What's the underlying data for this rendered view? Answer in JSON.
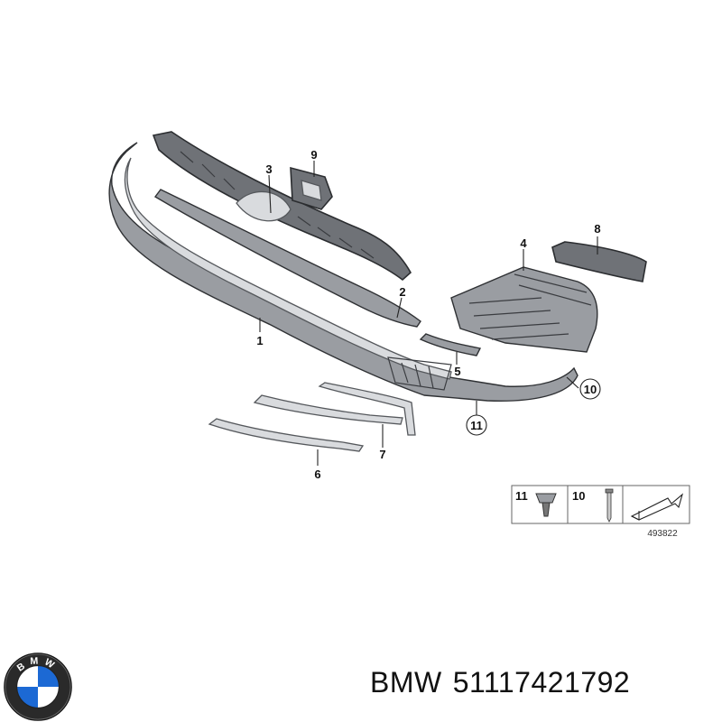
{
  "diagram": {
    "callouts": {
      "p1": "1",
      "p2": "2",
      "p3": "3",
      "p4": "4",
      "p5": "5",
      "p6": "6",
      "p7": "7",
      "p8": "8",
      "p9": "9",
      "p10": "10",
      "p11": "11"
    },
    "legend": {
      "item_a": "11",
      "item_b": "10"
    },
    "reference_number": "493822"
  },
  "branding": {
    "logo_letters": "BMW",
    "brand": "BMW",
    "part_number": "51117421792"
  },
  "colors": {
    "part_dark": "#6f7277",
    "part_light": "#d9dbde",
    "logo_blue": "#1c69d4"
  }
}
